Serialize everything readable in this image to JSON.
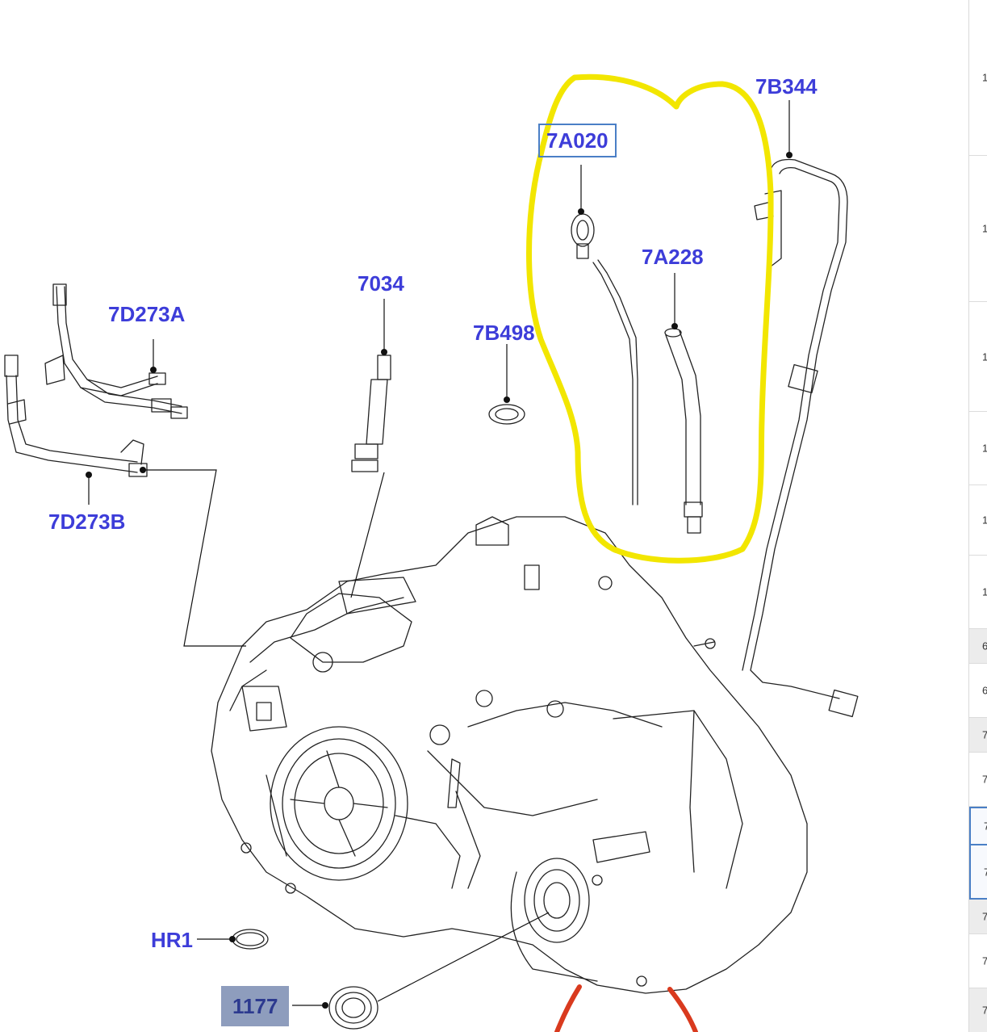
{
  "diagram": {
    "callouts": [
      {
        "id": "7B344",
        "label": "7B344"
      },
      {
        "id": "7A020",
        "label": "7A020"
      },
      {
        "id": "7A228",
        "label": "7A228"
      },
      {
        "id": "7034",
        "label": "7034"
      },
      {
        "id": "7B498",
        "label": "7B498"
      },
      {
        "id": "7D273A",
        "label": "7D273A"
      },
      {
        "id": "7D273B",
        "label": "7D273B"
      },
      {
        "id": "HR1",
        "label": "HR1"
      },
      {
        "id": "1177",
        "label": "1177"
      }
    ],
    "highlight_color": "#f2e600",
    "mark_color": "#d93a1e",
    "callout_color": "#3d3dd9"
  },
  "side_panel": {
    "rows": [
      {
        "text": "1"
      },
      {
        "text": "1"
      },
      {
        "text": "1"
      },
      {
        "text": "1"
      },
      {
        "text": "1"
      },
      {
        "text": "1"
      },
      {
        "text": "6"
      },
      {
        "text": "6"
      },
      {
        "text": "7"
      },
      {
        "text": "7"
      },
      {
        "text": "7"
      },
      {
        "text": "7"
      },
      {
        "text": "7"
      },
      {
        "text": "7"
      },
      {
        "text": "7"
      }
    ]
  }
}
